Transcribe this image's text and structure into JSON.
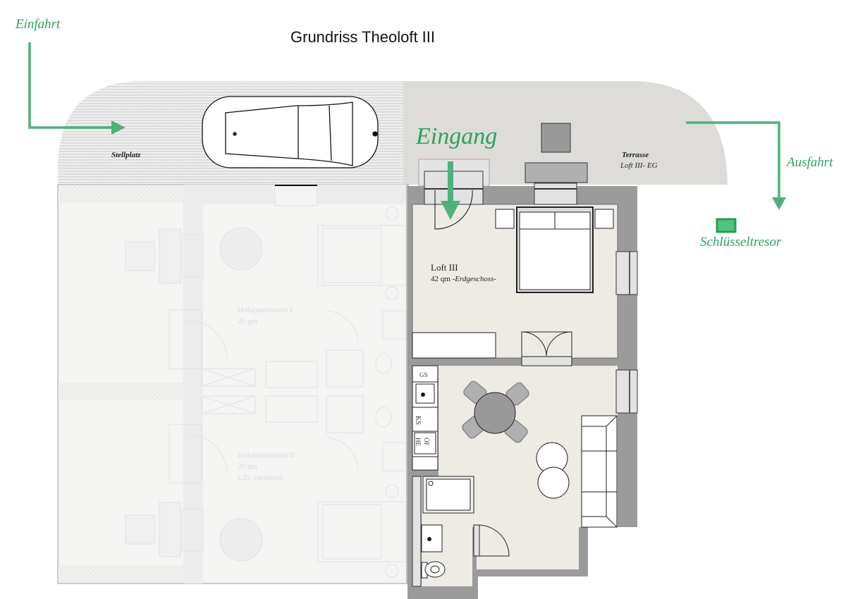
{
  "title": "Grundriss Theoloft III",
  "colors": {
    "accent_green": "#27a45f",
    "arrow_green": "#4cb27a",
    "wall_gray": "#9b9b9b",
    "floor_beige": "#eeebe5",
    "terrace_gray": "#dddcd8",
    "faded_area": "#f3f3f2"
  },
  "labels": {
    "einfahrt": "Einfahrt",
    "eingang": "Eingang",
    "ausfahrt": "Ausfahrt",
    "schluesseltresor": "Schlüsseltresor",
    "stellplatz": "Stellplatz",
    "terrasse": "Terrasse",
    "terrasse_sub": "Loft III- EG"
  },
  "rooms": {
    "loft": {
      "name": "Loft III",
      "area": "42 qm",
      "floor": "-Erdgeschoss-"
    },
    "hofappartement_1": {
      "name": "Hofappartement I",
      "area": "20 qm"
    },
    "hofappartement_2": {
      "name": "Hofappartement II",
      "area": "20 qm",
      "status": "z.Zt. vermietet"
    }
  },
  "kitchen": {
    "gs": "GS",
    "ks": "KS",
    "he": "HE",
    "of": "OF"
  },
  "icons": {
    "car": "car-icon",
    "key_safe": "key-safe-icon",
    "entry_arrow": "arrow-down-icon",
    "drive_in_arrow": "arrow-right-icon",
    "drive_out_arrow": "arrow-down-icon"
  }
}
